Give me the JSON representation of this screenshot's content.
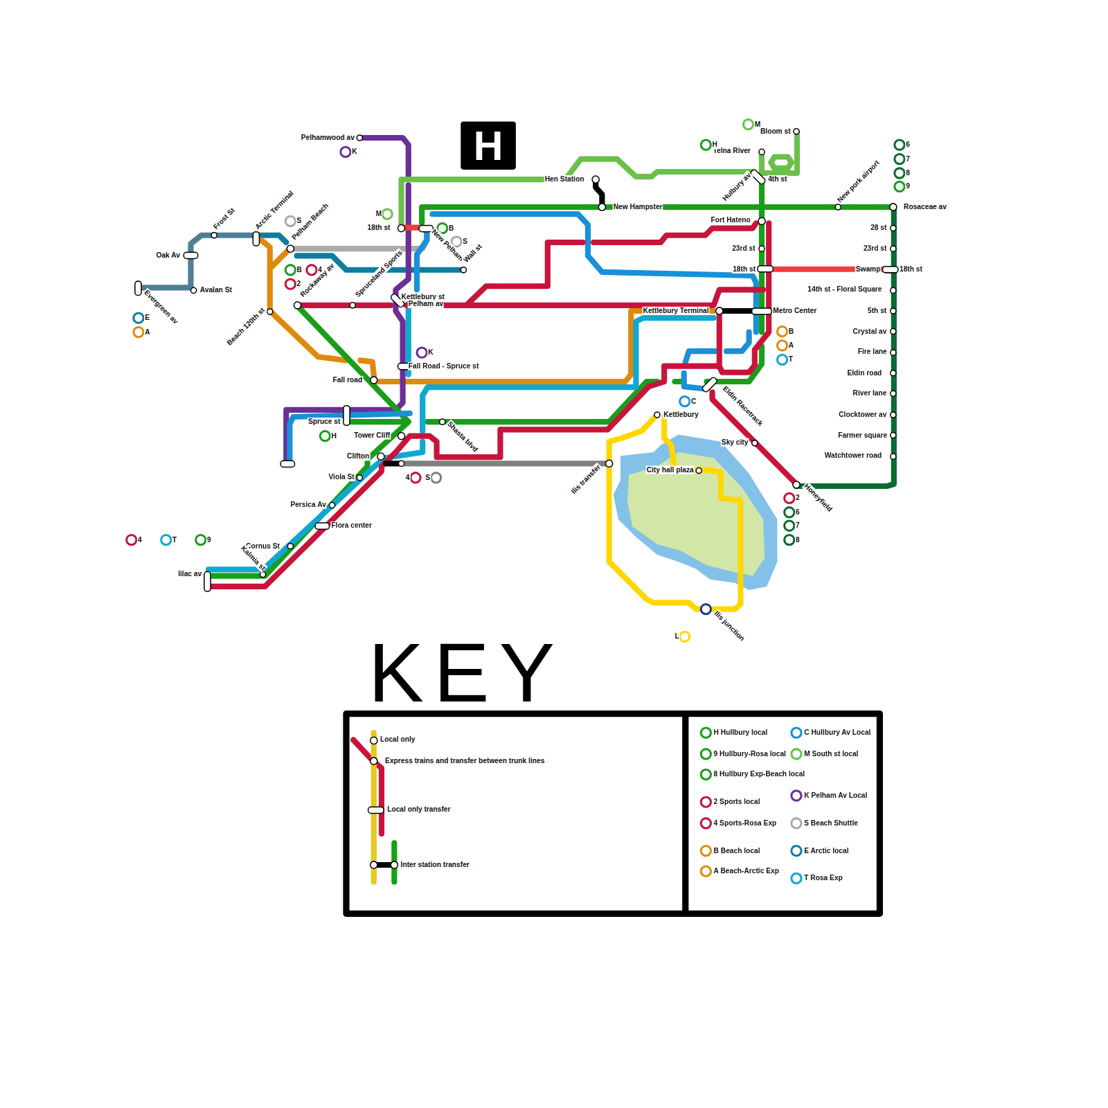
{
  "diagram": {
    "labels": [
      "Pelhamwood av",
      "Frost St",
      "Arctic Terminal",
      "Pelham Beach",
      "Oak Av",
      "Avalan St",
      "Evergreen av",
      "Beach 120th st",
      "Rockaway av",
      "Spruceland Sports",
      "Kettlebury st",
      "Pelham av",
      "18th st",
      "New Pelham",
      "Wall st",
      "Hen Station",
      "New Hampster",
      "Telna River",
      "Bloom st",
      "Hulbury av",
      "4th st",
      "New pork airport",
      "Rosaceae av",
      "Fort Hateno",
      "23rd st",
      "18th st",
      "Swamp",
      "18th st",
      "28 st",
      "23rd st",
      "14th st - Floral Square",
      "5th st",
      "Crystal av",
      "Fire lane",
      "Eldin road",
      "River lane",
      "Clocktower av",
      "Farmer square",
      "Watchtower road",
      "Kettlebury Terminal",
      "Metro Center",
      "Eldin Racetrack",
      "Kettlebury",
      "Sky city",
      "Honeyfield",
      "City hall plaza",
      "Ilis transfer",
      "Ilis junction",
      "Fall Road - Spruce st",
      "Fall road",
      "Spruce st",
      "Tower Cliff",
      "Shasta blvd",
      "Clifton",
      "Viola St",
      "Persica Av",
      "Flora center",
      "Cornus St",
      "Kalmia st",
      "lilac av",
      "E",
      "A",
      "S",
      "B",
      "4",
      "2",
      "M",
      "H",
      "6",
      "7",
      "8",
      "9",
      "K",
      "M",
      "B",
      "S",
      "K",
      "H",
      "C",
      "4",
      "S",
      "B",
      "A",
      "T",
      "2",
      "6",
      "7",
      "8",
      "4",
      "T",
      "9",
      "L",
      "Local only",
      "Express trains and transfer between trunk lines",
      "Local only transfer",
      "Inter station transfer",
      "KEY",
      "H"
    ],
    "legend": [
      {
        "text": "H Hullbury local",
        "color": "#1a9e1a"
      },
      {
        "text": "9 Hullbury-Rosa local",
        "color": "#1a9e1a"
      },
      {
        "text": "8 Hullbury Exp-Beach local",
        "color": "#1a9e1a"
      },
      {
        "text": "2 Sports local",
        "color": "#c8143c"
      },
      {
        "text": "4 Sports-Rosa Exp",
        "color": "#c8143c"
      },
      {
        "text": "B Beach local",
        "color": "#e08a0b"
      },
      {
        "text": "A Beach-Arctic Exp",
        "color": "#e08a0b"
      },
      {
        "text": "C Hullbury Av Local",
        "color": "#1a90d8"
      },
      {
        "text": "M South st local",
        "color": "#6cc04a"
      },
      {
        "text": "K Pelham Av Local",
        "color": "#6b2f96"
      },
      {
        "text": "S Beach Shuttle",
        "color": "#aaaaaa"
      },
      {
        "text": "E Arctic local",
        "color": "#0e7d9e"
      },
      {
        "text": "T Rosa Exp",
        "color": "#10a8d0"
      }
    ]
  }
}
